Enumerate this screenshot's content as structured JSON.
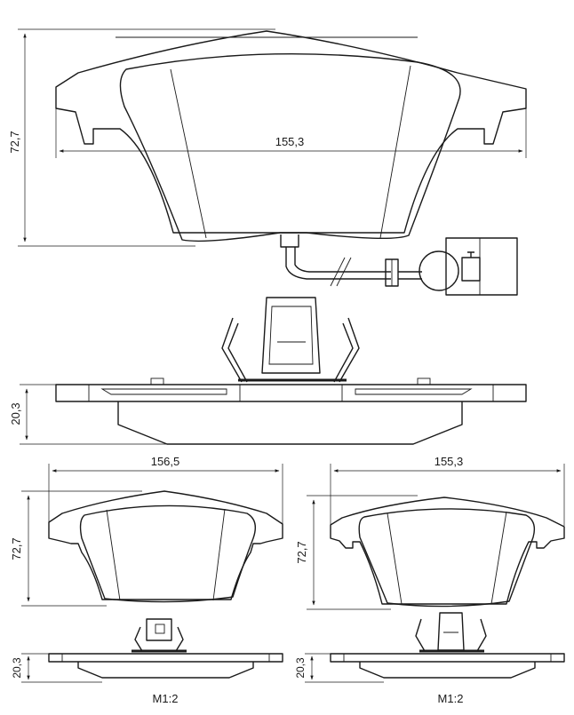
{
  "dimensions": {
    "main_height": "72,7",
    "main_width": "155,3",
    "main_thickness": "20,3",
    "left_width": "156,5",
    "left_height": "72,7",
    "left_thickness": "20,3",
    "right_width": "155,3",
    "right_height": "72,7",
    "right_thickness": "20,3"
  },
  "scales": {
    "left": "M1:2",
    "right": "M1:2"
  }
}
